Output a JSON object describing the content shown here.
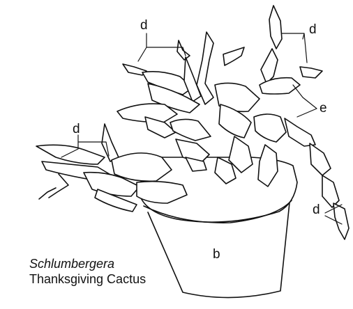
{
  "labels": {
    "d_top_left": "d",
    "d_top_right": "d",
    "d_left": "d",
    "d_bottom_right": "d",
    "e": "e",
    "b": "b"
  },
  "caption": {
    "scientific_name": "Schlumbergera",
    "common_name": "Thanksgiving Cactus"
  },
  "palette": {
    "ink": "#111111",
    "paper": "#ffffff"
  }
}
